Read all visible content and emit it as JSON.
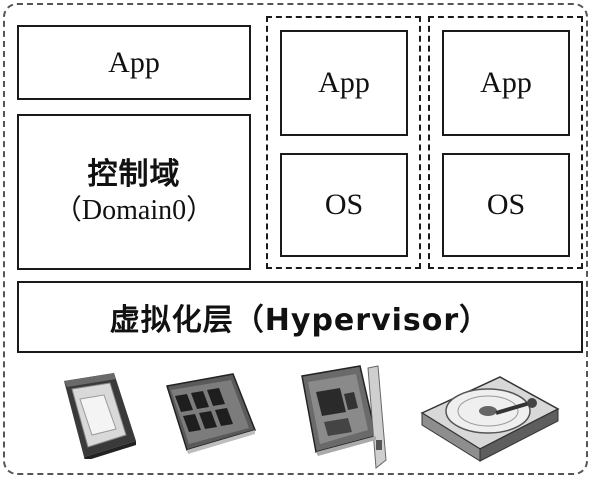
{
  "app_left": "App",
  "control_domain": {
    "title": "控制域",
    "subtitle": "（Domain0）"
  },
  "vm1": {
    "app": "App",
    "os": "OS"
  },
  "vm2": {
    "app": "App",
    "os": "OS"
  },
  "hypervisor": "虚拟化层（Hypervisor）",
  "hardware": [
    {
      "icon": "cpu-icon"
    },
    {
      "icon": "memory-module-icon"
    },
    {
      "icon": "network-card-icon"
    },
    {
      "icon": "hard-disk-icon"
    }
  ]
}
